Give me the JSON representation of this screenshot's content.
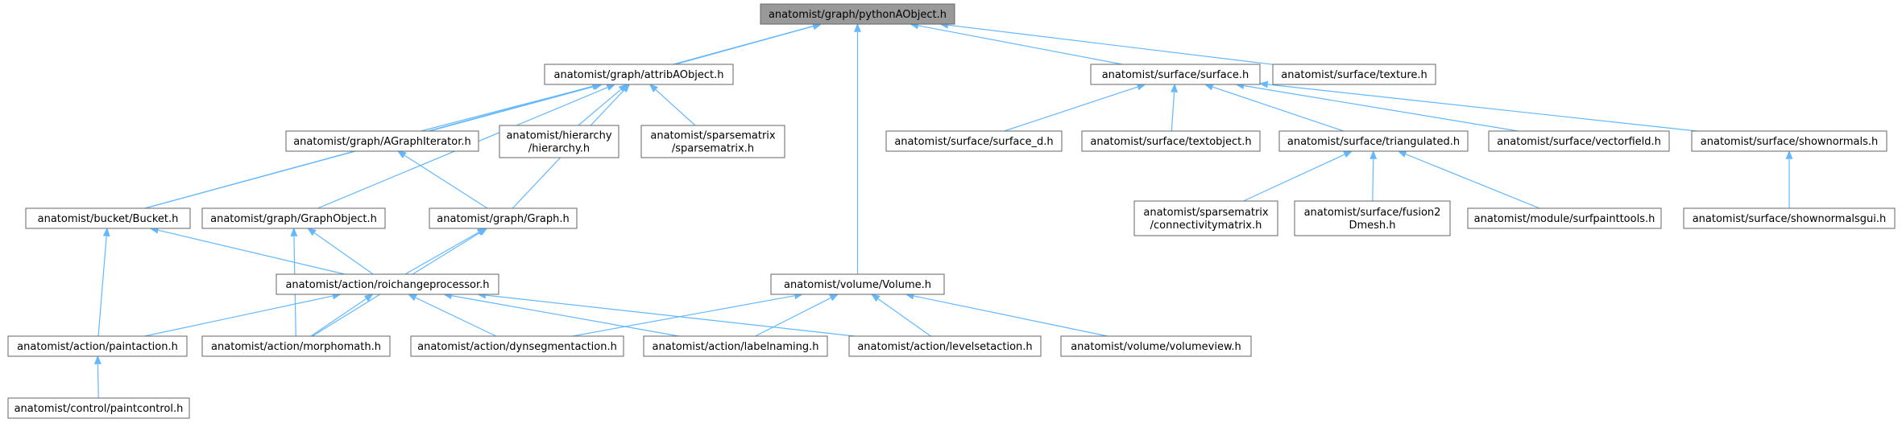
{
  "accent_color": "#63b8ff",
  "root_fill": "#999999",
  "nodes": [
    {
      "id": "root",
      "lines": [
        "anatomist/graph/pythonAObject.h"
      ],
      "root": true
    },
    {
      "id": "attrib",
      "lines": [
        "anatomist/graph/attribAObject.h"
      ]
    },
    {
      "id": "surface",
      "lines": [
        "anatomist/surface/surface.h"
      ]
    },
    {
      "id": "texture",
      "lines": [
        "anatomist/surface/texture.h"
      ]
    },
    {
      "id": "agraphiter",
      "lines": [
        "anatomist/graph/AGraphIterator.h"
      ]
    },
    {
      "id": "hierarchy",
      "lines": [
        "anatomist/hierarchy",
        "/hierarchy.h"
      ]
    },
    {
      "id": "sparsematrix",
      "lines": [
        "anatomist/sparsematrix",
        "/sparsematrix.h"
      ]
    },
    {
      "id": "surface_d",
      "lines": [
        "anatomist/surface/surface_d.h"
      ]
    },
    {
      "id": "textobject",
      "lines": [
        "anatomist/surface/textobject.h"
      ]
    },
    {
      "id": "triangulated",
      "lines": [
        "anatomist/surface/triangulated.h"
      ]
    },
    {
      "id": "vectorfield",
      "lines": [
        "anatomist/surface/vectorfield.h"
      ]
    },
    {
      "id": "shownormals",
      "lines": [
        "anatomist/surface/shownormals.h"
      ]
    },
    {
      "id": "bucket",
      "lines": [
        "anatomist/bucket/Bucket.h"
      ]
    },
    {
      "id": "graphobject",
      "lines": [
        "anatomist/graph/GraphObject.h"
      ]
    },
    {
      "id": "graph",
      "lines": [
        "anatomist/graph/Graph.h"
      ]
    },
    {
      "id": "connectivity",
      "lines": [
        "anatomist/sparsematrix",
        "/connectivitymatrix.h"
      ]
    },
    {
      "id": "fusion2d",
      "lines": [
        "anatomist/surface/fusion2",
        "Dmesh.h"
      ]
    },
    {
      "id": "surfpaint",
      "lines": [
        "anatomist/module/surfpainttools.h"
      ]
    },
    {
      "id": "shownormalsgui",
      "lines": [
        "anatomist/surface/shownormalsgui.h"
      ]
    },
    {
      "id": "roichange",
      "lines": [
        "anatomist/action/roichangeprocessor.h"
      ]
    },
    {
      "id": "volume",
      "lines": [
        "anatomist/volume/Volume.h"
      ]
    },
    {
      "id": "paintaction",
      "lines": [
        "anatomist/action/paintaction.h"
      ]
    },
    {
      "id": "morphomath",
      "lines": [
        "anatomist/action/morphomath.h"
      ]
    },
    {
      "id": "dynseg",
      "lines": [
        "anatomist/action/dynsegmentaction.h"
      ]
    },
    {
      "id": "labelnaming",
      "lines": [
        "anatomist/action/labelnaming.h"
      ]
    },
    {
      "id": "levelset",
      "lines": [
        "anatomist/action/levelsetaction.h"
      ]
    },
    {
      "id": "volumeview",
      "lines": [
        "anatomist/volume/volumeview.h"
      ]
    },
    {
      "id": "paintcontrol",
      "lines": [
        "anatomist/control/paintcontrol.h"
      ]
    }
  ],
  "edges": [
    [
      "root",
      "attrib"
    ],
    [
      "root",
      "surface"
    ],
    [
      "root",
      "texture"
    ],
    [
      "root",
      "bucket"
    ],
    [
      "root",
      "volume"
    ],
    [
      "attrib",
      "agraphiter"
    ],
    [
      "attrib",
      "hierarchy"
    ],
    [
      "attrib",
      "sparsematrix"
    ],
    [
      "attrib",
      "graphobject"
    ],
    [
      "attrib",
      "graph"
    ],
    [
      "attrib",
      "bucket"
    ],
    [
      "surface",
      "surface_d"
    ],
    [
      "surface",
      "textobject"
    ],
    [
      "surface",
      "triangulated"
    ],
    [
      "surface",
      "vectorfield"
    ],
    [
      "surface",
      "shownormals"
    ],
    [
      "triangulated",
      "connectivity"
    ],
    [
      "triangulated",
      "fusion2d"
    ],
    [
      "triangulated",
      "surfpaint"
    ],
    [
      "shownormals",
      "shownormalsgui"
    ],
    [
      "agraphiter",
      "graph"
    ],
    [
      "bucket",
      "roichange"
    ],
    [
      "bucket",
      "paintaction"
    ],
    [
      "graphobject",
      "roichange"
    ],
    [
      "graphobject",
      "morphomath"
    ],
    [
      "graph",
      "roichange"
    ],
    [
      "graph",
      "morphomath"
    ],
    [
      "roichange",
      "paintaction"
    ],
    [
      "roichange",
      "morphomath"
    ],
    [
      "roichange",
      "dynseg"
    ],
    [
      "roichange",
      "labelnaming"
    ],
    [
      "roichange",
      "levelset"
    ],
    [
      "volume",
      "dynseg"
    ],
    [
      "volume",
      "labelnaming"
    ],
    [
      "volume",
      "levelset"
    ],
    [
      "volume",
      "volumeview"
    ],
    [
      "paintaction",
      "paintcontrol"
    ]
  ]
}
